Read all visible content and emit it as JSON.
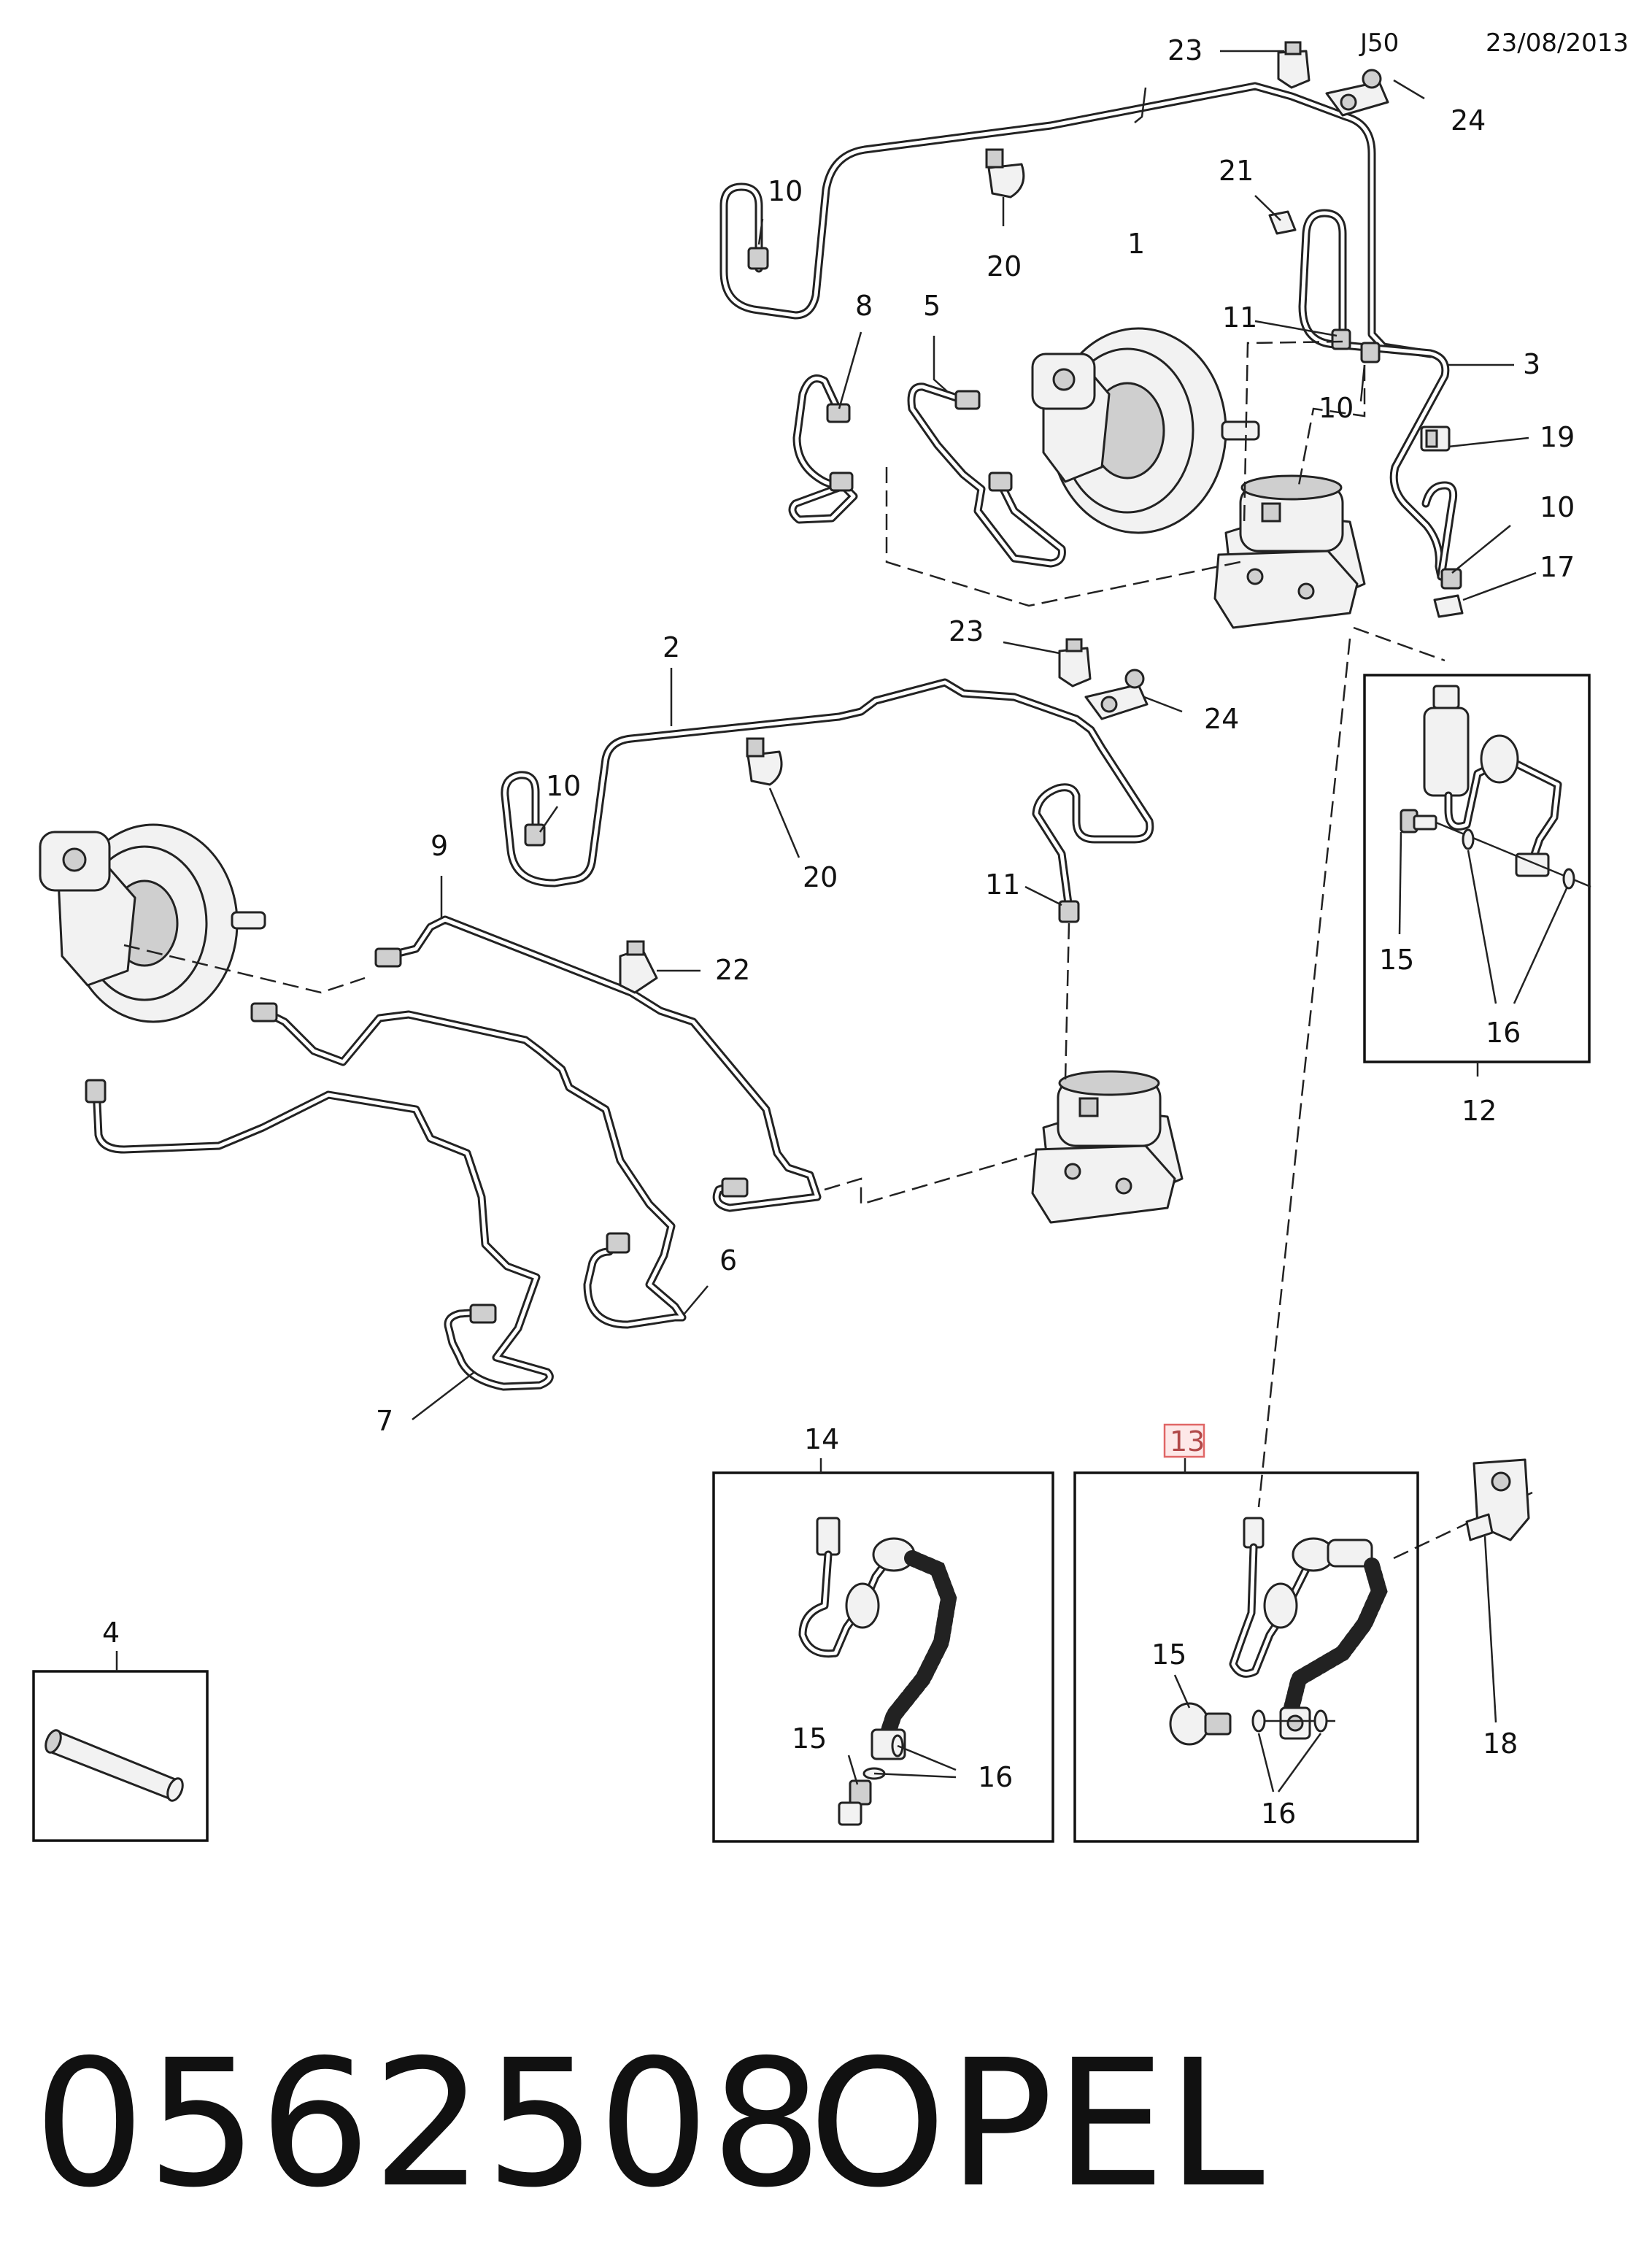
{
  "header": {
    "code": "J50",
    "date": "23/08/2013"
  },
  "callouts": {
    "c1": "1",
    "c2": "2",
    "c3": "3",
    "c4": "4",
    "c5": "5",
    "c6": "6",
    "c7": "7",
    "c8": "8",
    "c9": "9",
    "c10": "10",
    "c11": "11",
    "c12": "12",
    "c13": "13",
    "c14": "14",
    "c15": "15",
    "c16": "16",
    "c17": "17",
    "c18": "18",
    "c19": "19",
    "c20": "20",
    "c21": "21",
    "c22": "22",
    "c23": "23",
    "c24": "24"
  },
  "highlight": {
    "callout": "13",
    "color": "#e06666"
  },
  "footer": {
    "part_number": "0562508",
    "brand": "OPEL"
  }
}
